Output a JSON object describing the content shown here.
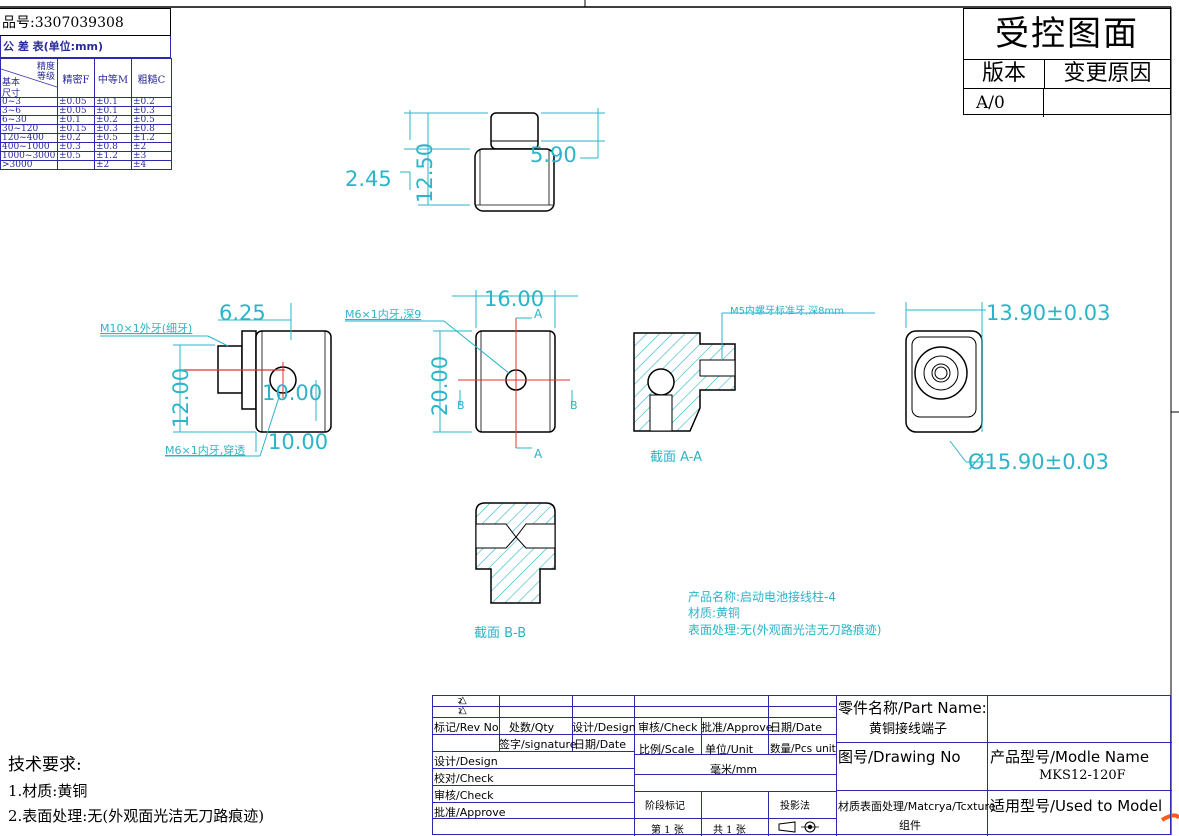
{
  "part_number": {
    "label": "品号:",
    "value": "3307039308"
  },
  "tolerance": {
    "title": "公 差 表(单位:mm)",
    "corner_top": "精度",
    "corner_mid": "等级",
    "corner_left": "基本",
    "corner_bottom": "尺寸",
    "col_fine": "精密F",
    "col_medium": "中等M",
    "col_coarse": "粗糙C",
    "rows": [
      {
        "range": "0~3",
        "f": "±0.05",
        "m": "±0.1",
        "c": "±0.2"
      },
      {
        "range": "3~6",
        "f": "±0.05",
        "m": "±0.1",
        "c": "±0.3"
      },
      {
        "range": "6~30",
        "f": "±0.1",
        "m": "±0.2",
        "c": "±0.5"
      },
      {
        "range": "30~120",
        "f": "±0.15",
        "m": "±0.3",
        "c": "±0.8"
      },
      {
        "range": "120~400",
        "f": "±0.2",
        "m": "±0.5",
        "c": "±1.2"
      },
      {
        "range": "400~1000",
        "f": "±0.3",
        "m": "±0.8",
        "c": "±2"
      },
      {
        "range": "1000~3000",
        "f": "±0.5",
        "m": "±1.2",
        "c": "±3"
      },
      {
        "range": ">3000",
        "f": "",
        "m": "±2",
        "c": "±4"
      }
    ]
  },
  "controlled": {
    "title": "受控图面",
    "version_label": "版本",
    "reason_label": "变更原因",
    "version_value": "A/0"
  },
  "dims": {
    "top_h1": "2.45",
    "top_h2": "12.50",
    "top_w": "5.90",
    "left_w": "6.25",
    "left_h": "12.00",
    "left_d1": "10.00",
    "left_d2": "10.00",
    "left_note1": "M10×1外牙(细牙)",
    "left_note2": "M6×1内牙,穿透",
    "front_w": "16.00",
    "front_h": "20.00",
    "front_note": "M6×1内牙,深9",
    "section_a": "A",
    "section_b": "B",
    "right_w": "13.90±0.03",
    "right_d": "Ø15.90±0.03",
    "aa_note": "M5内螺牙标准牙,深8mm",
    "aa_label": "截面 A-A",
    "bb_label": "截面 B-B"
  },
  "product": {
    "name_line": "产品名称:启动电池接线柱-4",
    "material_line": "材质:黄铜",
    "surface_line": "表面处理:无(外观面光洁无刀路痕迹)"
  },
  "tech_req": {
    "title": "技术要求:",
    "item1": "1.材质:黄铜",
    "item2": "2.表面处理:无(外观面光洁无刀路痕迹)"
  },
  "title_block": {
    "rev_mark1": "2",
    "rev_mark2": "1",
    "rev_no": "标记/Rev No",
    "qty": "处数/Qty",
    "design_col": "设计/Design",
    "check_col": "审核/Check",
    "approve_col": "批准/Approve",
    "date_col": "日期/Date",
    "signature": "签字/signature",
    "date_row": "日期/Date",
    "design": "设计/Design",
    "check": "校对/Check",
    "check2": "审核/Check",
    "approve": "批准/Approve",
    "scale": "比例/Scale",
    "unit": "单位/Unit",
    "qty_pcs": "数量/Pcs unit",
    "unit_value": "毫米/mm",
    "stage": "阶段标记",
    "projection": "投影法",
    "sheet": "第 1 张",
    "total": "共 1 张",
    "part_name_label": "零件名称/Part Name:",
    "part_name_value": "黄铜接线端子",
    "drawing_no": "图号/Drawing No",
    "model_label": "产品型号/Modle Name",
    "model_value": "MKS12-120F",
    "material_surface": "材质表面处理/Matcrya/Tcxture",
    "material_value": "组件",
    "used_to": "适用型号/Used to Model"
  }
}
